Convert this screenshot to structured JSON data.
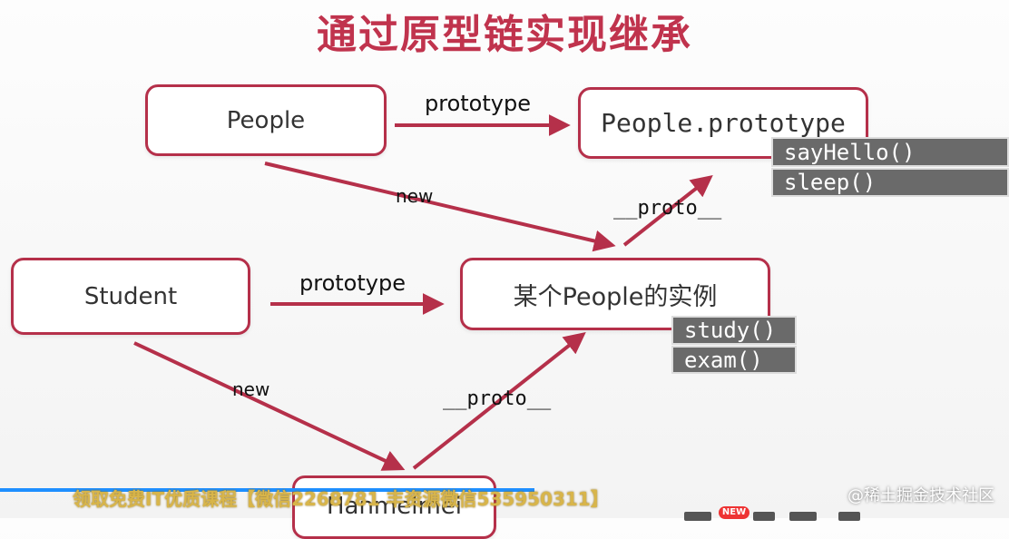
{
  "title": "通过原型链实现继承",
  "nodes": {
    "people": "People",
    "people_prototype": "People.prototype",
    "student": "Student",
    "people_instance": "某个People的实例",
    "hanmeimei": "Hanmeimei"
  },
  "labels": {
    "prototype_top": "prototype",
    "prototype_mid": "prototype",
    "new_top": "new",
    "new_bottom": "new",
    "proto_top": "__proto__",
    "proto_bottom": "__proto__"
  },
  "methods": {
    "people_prototype": [
      "sayHello()",
      "sleep()"
    ],
    "people_instance": [
      "study()",
      "exam()"
    ]
  },
  "overlay": {
    "banner": "领取免费IT优质课程【微信2268781 丰资源微信535950311】",
    "watermark": "@稀土掘金技术社区",
    "new_badge": "NEW",
    "progress": 0.53
  },
  "colors": {
    "accent": "#b5304a",
    "title": "#c0334d",
    "method_bg": "#6a6a6a"
  }
}
